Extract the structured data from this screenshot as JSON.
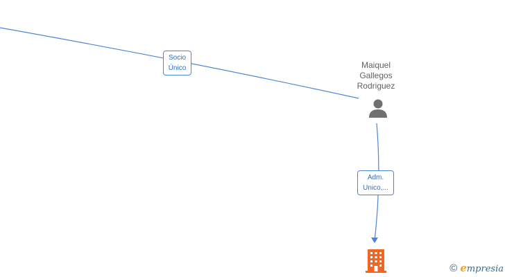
{
  "nodes": {
    "person": {
      "name_lines": [
        "Maiquel",
        "Gallegos",
        "Rodriguez"
      ],
      "icon": "person-icon"
    },
    "company": {
      "icon": "building-icon",
      "color": "#f26522"
    }
  },
  "edges": {
    "socio": {
      "label_lines": [
        "Socio",
        "Único"
      ]
    },
    "adm": {
      "label_lines": [
        "Adm.",
        "Unico,..."
      ]
    }
  },
  "colors": {
    "edge": "#4a86d4",
    "person_icon": "#707070",
    "company_icon": "#f26522"
  },
  "watermark": {
    "copyright_symbol": "©",
    "brand_initial": "e",
    "brand_rest": "mpresia"
  }
}
